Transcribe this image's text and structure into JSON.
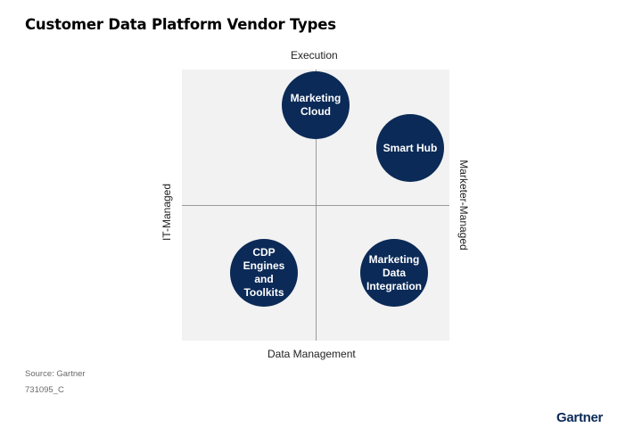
{
  "title": "Customer Data Platform Vendor Types",
  "axes": {
    "top": "Execution",
    "bottom": "Data Management",
    "left": "IT-Managed",
    "right": "Marketer-Managed"
  },
  "bubbles": {
    "marketing_cloud": "Marketing Cloud",
    "smart_hub": "Smart Hub",
    "cdp_engines": "CDP Engines and Toolkits",
    "marketing_data_integration": "Marketing Data Integration"
  },
  "bubble_color": "#0b2a57",
  "source": "Source: Gartner",
  "figure_id": "731095_C",
  "logo": "Gartner"
}
